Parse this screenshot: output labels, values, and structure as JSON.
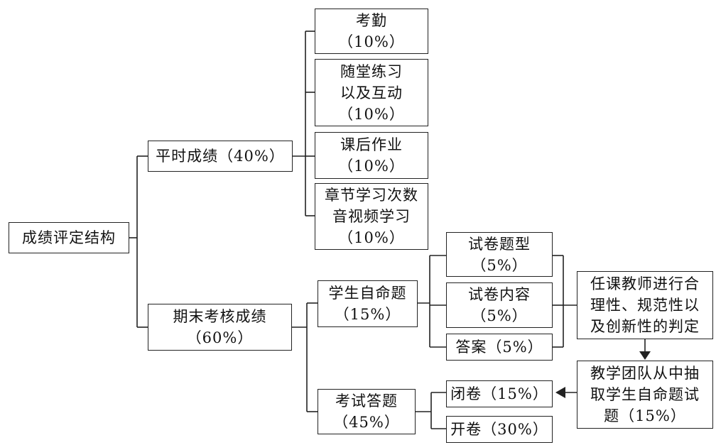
{
  "diagram": {
    "root": [
      "成绩评定结构"
    ],
    "regular": [
      "平时成绩（40%）"
    ],
    "attendance": [
      "考勤",
      "（10%）"
    ],
    "classroom": [
      "随堂练习",
      "以及互动",
      "（10%）"
    ],
    "homework": [
      "课后作业",
      "（10%）"
    ],
    "chapter": [
      "章节学习次数",
      "音视频学习",
      "（10%）"
    ],
    "final": [
      "期末考核成绩",
      "（60%）"
    ],
    "self_question": [
      "学生自命题",
      "（15%）"
    ],
    "paper_type": [
      "试卷题型",
      "（5%）"
    ],
    "paper_content": [
      "试卷内容",
      "（5%）"
    ],
    "answer": [
      "答案（5%）"
    ],
    "teacher_judge": [
      "任课教师进行合",
      "理性、规范性以",
      "及创新性的判定"
    ],
    "exam": [
      "考试答题",
      "（45%）"
    ],
    "closed": [
      "闭卷（15%）"
    ],
    "open": [
      "开卷（30%）"
    ],
    "team_select": [
      "教学团队从中抽",
      "取学生自命题试",
      "题（15%）"
    ]
  }
}
